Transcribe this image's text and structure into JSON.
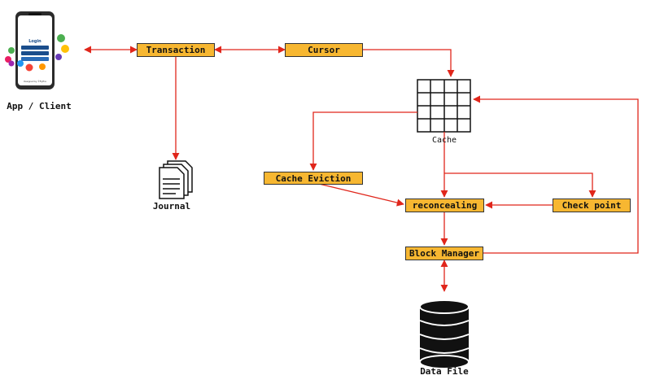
{
  "nodes": {
    "transaction": "Transaction",
    "cursor": "Cursor",
    "cache_eviction": "Cache Eviction",
    "reconcealing": "reconcealing",
    "check_point": "Check point",
    "block_manager": "Block Manager"
  },
  "labels": {
    "app_client": "App / Client",
    "cache": "Cache",
    "journal": "Journal",
    "data_file": "Data File"
  },
  "phone": {
    "title": "Login",
    "footer": "Designed by ©Flyfire"
  },
  "colors": {
    "node_fill": "#f7b731",
    "arrow": "#e0261b",
    "stroke": "#333333"
  }
}
